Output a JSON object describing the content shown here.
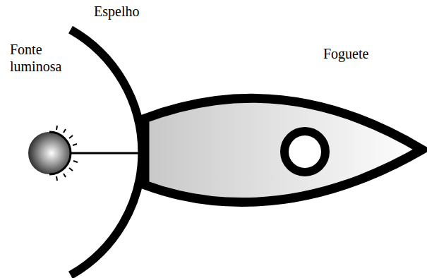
{
  "diagram": {
    "labels": [
      "Espelho",
      "Fonte luminosa",
      "Foguete"
    ]
  }
}
